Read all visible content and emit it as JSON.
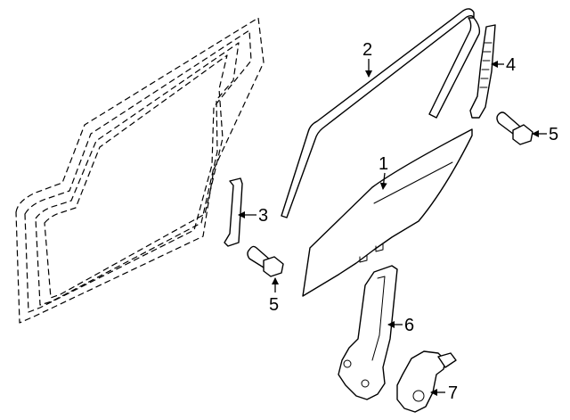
{
  "callouts": [
    {
      "id": "1",
      "label": "1"
    },
    {
      "id": "2",
      "label": "2"
    },
    {
      "id": "3",
      "label": "3"
    },
    {
      "id": "4",
      "label": "4"
    },
    {
      "id": "5a",
      "label": "5"
    },
    {
      "id": "5b",
      "label": "5"
    },
    {
      "id": "6",
      "label": "6"
    },
    {
      "id": "7",
      "label": "7"
    }
  ]
}
